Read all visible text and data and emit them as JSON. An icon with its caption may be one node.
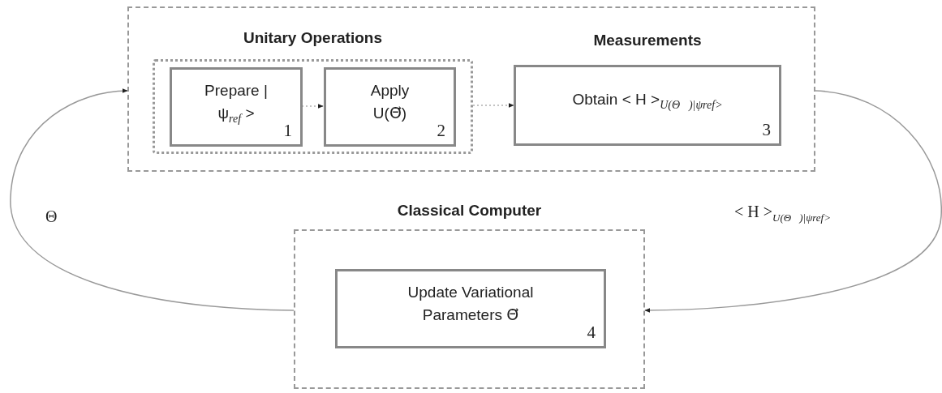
{
  "diagram": {
    "nodes": [
      {
        "text": [],
        "shape": "box"
      },
      {
        "text": [
          "Unitary Operations"
        ],
        "in": 0
      },
      {
        "text": [
          "Prepare |ψ$_{ref}$ >",
          "1"
        ],
        "in": 1
      },
      {
        "text": [
          "Apply U(Θ⃗)",
          "2"
        ],
        "in": 1
      },
      {
        "text": [
          "Measurements",
          "Obtain < H >$_{U(Θ⃗)|ψref>}$",
          "3"
        ],
        "in": 0
      },
      {
        "text": [
          "Classical Computer"
        ]
      },
      {
        "text": [
          "Update Variational Parameters Θ⃗",
          "4"
        ],
        "in": 5
      }
    ],
    "edges": [
      {
        "from": 2,
        "to": 3,
        "arrow": "to",
        "style": "dashed"
      },
      {
        "from": 1,
        "to": 4,
        "arrow": "to",
        "style": "dashed"
      },
      {
        "from": 0,
        "to": 5,
        "arrow": "to",
        "label": "< H >$_{U(Θ⃗)|ψref>}$"
      },
      {
        "from": 5,
        "to": 0,
        "arrow": "to",
        "label": "Θ⃗"
      }
    ]
  }
}
